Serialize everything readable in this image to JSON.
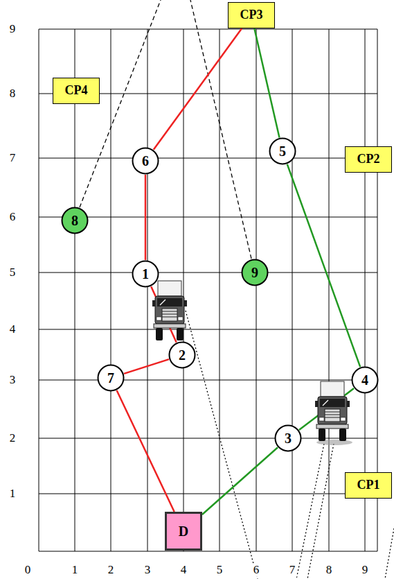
{
  "diagram": {
    "nodes": [
      {
        "text": [
          "CP3"
        ]
      },
      {
        "text": [
          "CP4"
        ]
      },
      {
        "text": [
          "6"
        ]
      },
      {
        "text": [
          "5"
        ]
      },
      {
        "text": [
          "CP2"
        ]
      },
      {
        "text": [
          "8"
        ]
      },
      {
        "text": [
          "1"
        ]
      },
      {
        "text": [
          "9"
        ]
      },
      {
        "text": [
          "2"
        ]
      },
      {
        "text": [
          "7"
        ]
      },
      {
        "text": [
          "4"
        ]
      },
      {
        "text": [
          "3"
        ]
      },
      {
        "text": [
          "CP1"
        ]
      },
      {
        "text": [
          "D"
        ]
      }
    ],
    "edges": [
      {
        "from": 13,
        "to": 9,
        "arrow": "none"
      },
      {
        "from": 9,
        "to": 8,
        "arrow": "none"
      },
      {
        "from": 8,
        "to": 6,
        "arrow": "none"
      },
      {
        "from": 6,
        "to": 2,
        "arrow": "none"
      },
      {
        "from": 2,
        "to": 0,
        "arrow": "none"
      },
      {
        "from": 13,
        "to": 11,
        "arrow": "none"
      },
      {
        "from": 11,
        "to": 10,
        "arrow": "none"
      },
      {
        "from": 10,
        "to": 3,
        "arrow": "none"
      },
      {
        "from": 3,
        "to": 0,
        "arrow": "none"
      }
    ],
    "labels": [
      "9",
      "8",
      "7",
      "6",
      "5",
      "4",
      "3",
      "2",
      "1",
      "0",
      "1",
      "2",
      "3",
      "4",
      "5",
      "6",
      "7",
      "8",
      "9"
    ]
  }
}
